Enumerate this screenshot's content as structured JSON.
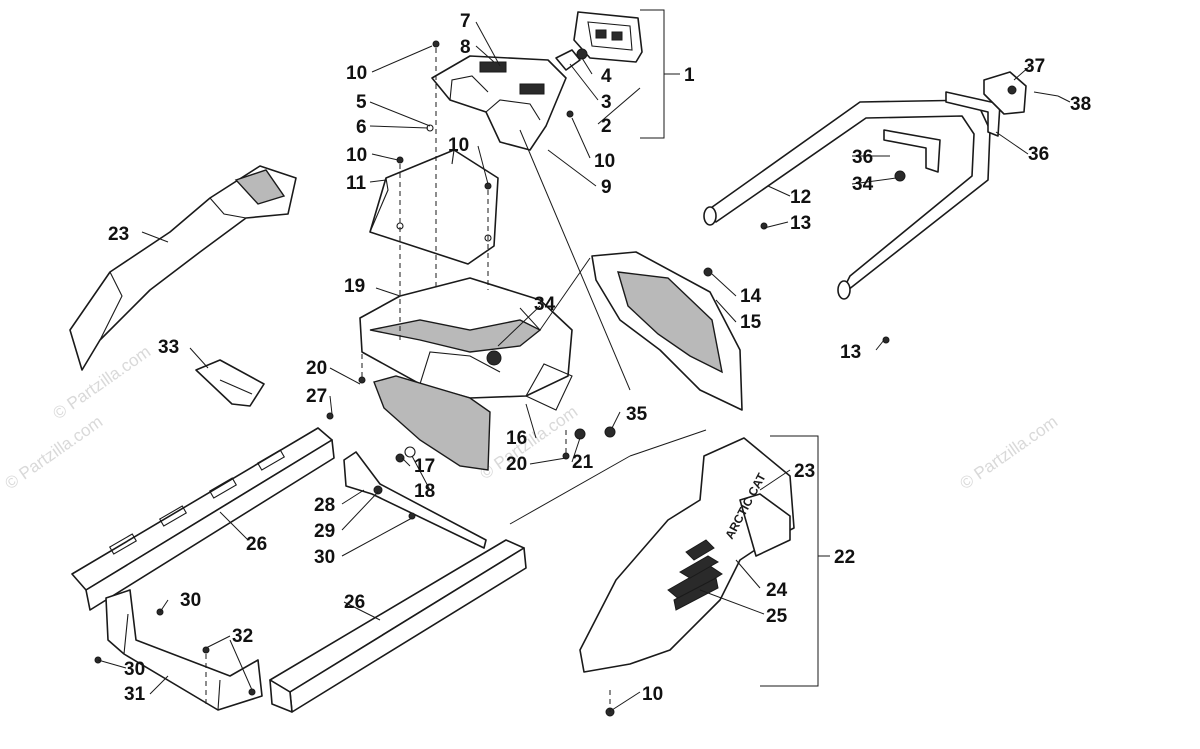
{
  "callouts": [
    "1",
    "2",
    "3",
    "4",
    "5",
    "6",
    "7",
    "8",
    "9",
    "10",
    "11",
    "12",
    "13",
    "14",
    "15",
    "16",
    "17",
    "18",
    "19",
    "20",
    "21",
    "22",
    "23",
    "24",
    "25",
    "26",
    "27",
    "28",
    "29",
    "30",
    "31",
    "32",
    "33",
    "34",
    "35",
    "36",
    "37",
    "38"
  ],
  "watermark": "© Partzilla.com",
  "decal_text": "ARCTIC CAT",
  "colors": {
    "line": "#1a1a1a",
    "shade": "#b9b9b9",
    "watermark": "#d9d9d9"
  }
}
